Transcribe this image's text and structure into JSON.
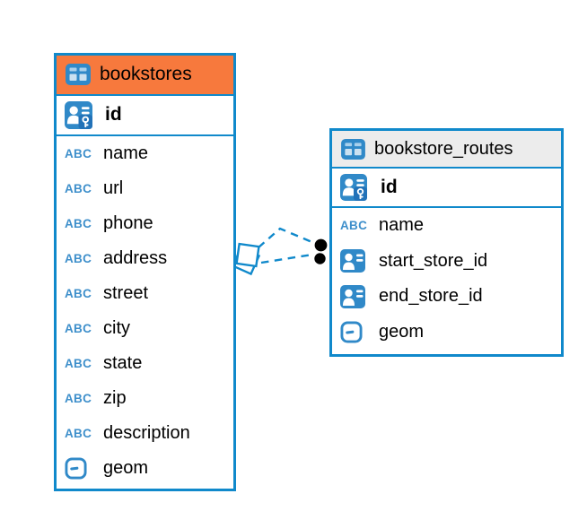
{
  "diagram": {
    "background": "#ffffff",
    "icons": {
      "text_glyph": "ABC"
    },
    "colors": {
      "table_border": "#1089CB",
      "selected_header_orange": "#F7793D",
      "default_header_gray": "#ECECEC",
      "icon_blue": "#3089C8",
      "icon_cell_light_blue": "#A9D0EC",
      "key_badge_blue": "#2272B8",
      "abc_blue": "#3E8FCB",
      "connector_blue": "#1089CB",
      "endpoint_black": "#000000",
      "text": "#000000"
    },
    "tables": [
      {
        "name": "bookstores",
        "selected": true,
        "header_color": "#F7793D",
        "primary_key": {
          "name": "id",
          "type_icon": "primary-key"
        },
        "columns": [
          {
            "name": "name",
            "type_icon": "text"
          },
          {
            "name": "url",
            "type_icon": "text"
          },
          {
            "name": "phone",
            "type_icon": "text"
          },
          {
            "name": "address",
            "type_icon": "text"
          },
          {
            "name": "street",
            "type_icon": "text"
          },
          {
            "name": "city",
            "type_icon": "text"
          },
          {
            "name": "state",
            "type_icon": "text"
          },
          {
            "name": "zip",
            "type_icon": "text"
          },
          {
            "name": "description",
            "type_icon": "text"
          },
          {
            "name": "geom",
            "type_icon": "geometry"
          }
        ]
      },
      {
        "name": "bookstore_routes",
        "selected": false,
        "header_color": "#ECECEC",
        "primary_key": {
          "name": "id",
          "type_icon": "primary-key"
        },
        "columns": [
          {
            "name": "name",
            "type_icon": "text"
          },
          {
            "name": "start_store_id",
            "type_icon": "foreign-key"
          },
          {
            "name": "end_store_id",
            "type_icon": "foreign-key"
          },
          {
            "name": "geom",
            "type_icon": "geometry"
          }
        ]
      }
    ],
    "relationships": [
      {
        "from_table": "bookstore_routes",
        "from_column": "start_store_id",
        "to_table": "bookstores",
        "to_column": "id",
        "line_style": "dashed"
      },
      {
        "from_table": "bookstore_routes",
        "from_column": "end_store_id",
        "to_table": "bookstores",
        "to_column": "id",
        "line_style": "dashed"
      }
    ]
  }
}
